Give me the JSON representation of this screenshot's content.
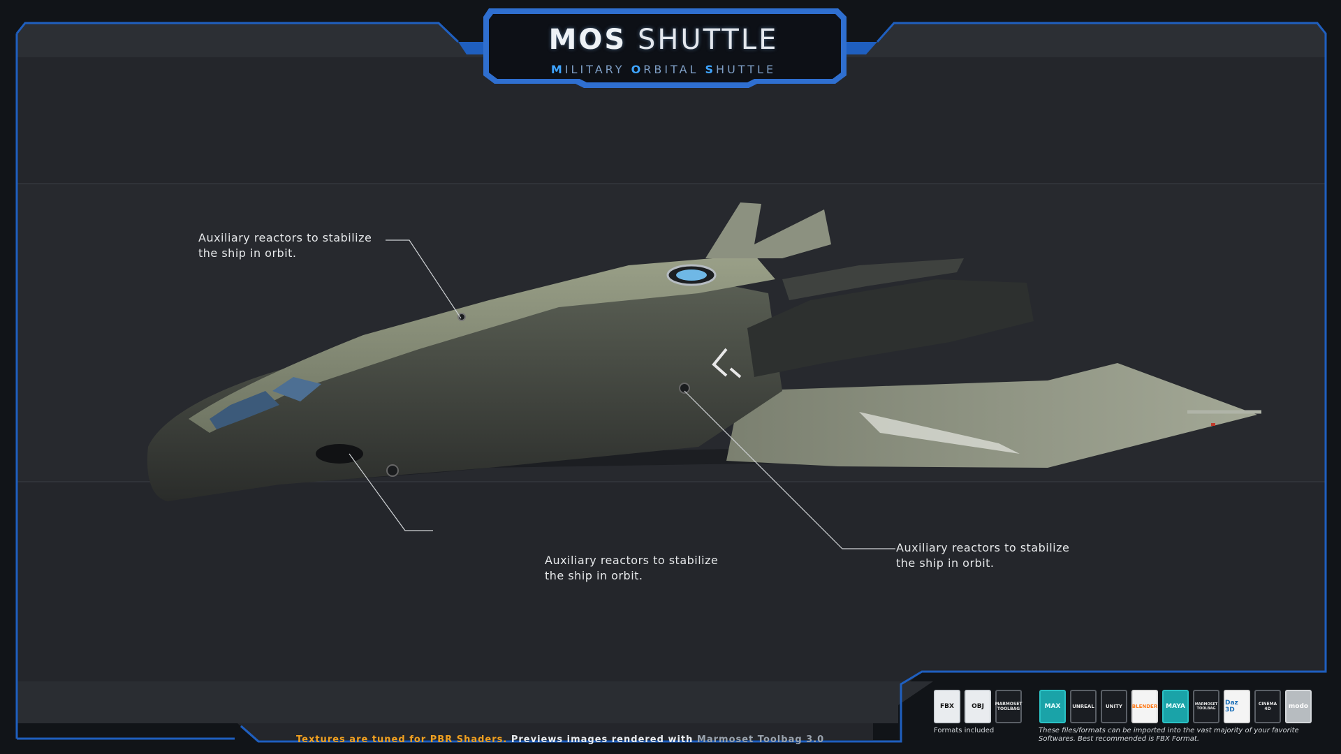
{
  "title": {
    "main_bold": "MOS",
    "main_light": "SHUTTLE",
    "subtitle_parts": [
      {
        "text": "M",
        "highlight": true
      },
      {
        "text": "ILITARY ",
        "highlight": false
      },
      {
        "text": "O",
        "highlight": true
      },
      {
        "text": "RBITAL ",
        "highlight": false
      },
      {
        "text": "S",
        "highlight": true
      },
      {
        "text": "HUTTLE",
        "highlight": false
      }
    ]
  },
  "callouts": [
    {
      "line1": "Auxiliary reactors to stabilize",
      "line2": "the ship in orbit."
    },
    {
      "line1": "Auxiliary reactors to stabilize",
      "line2": "the ship in orbit."
    },
    {
      "line1": "Auxiliary reactors to stabilize",
      "line2": "the ship in orbit."
    }
  ],
  "footer": {
    "part1": "Textures are tuned for PBR Shaders.",
    "part2": " Previews images rendered with ",
    "part3": "Marmoset Toolbag 3.0"
  },
  "formats_included": {
    "icons": [
      "FBX",
      "OBJ",
      "MARMOSET TOOLBAG"
    ],
    "caption": "Formats included"
  },
  "software": {
    "icons": [
      "MAX",
      "UNREAL",
      "UNITY",
      "BLENDER",
      "MAYA",
      "MARMOSET TOOLBAG",
      "Daz 3D",
      "CINEMA 4D",
      "modo"
    ],
    "caption": "These files/formats can be imported into the vast majority of your favorite Softwares. Best recommended is FBX Format."
  },
  "colors": {
    "accent_blue": "#3ea4ff",
    "frame_blue": "#1f5fbf",
    "footer_orange": "#f0a020",
    "panel_bg": "#24262b"
  }
}
